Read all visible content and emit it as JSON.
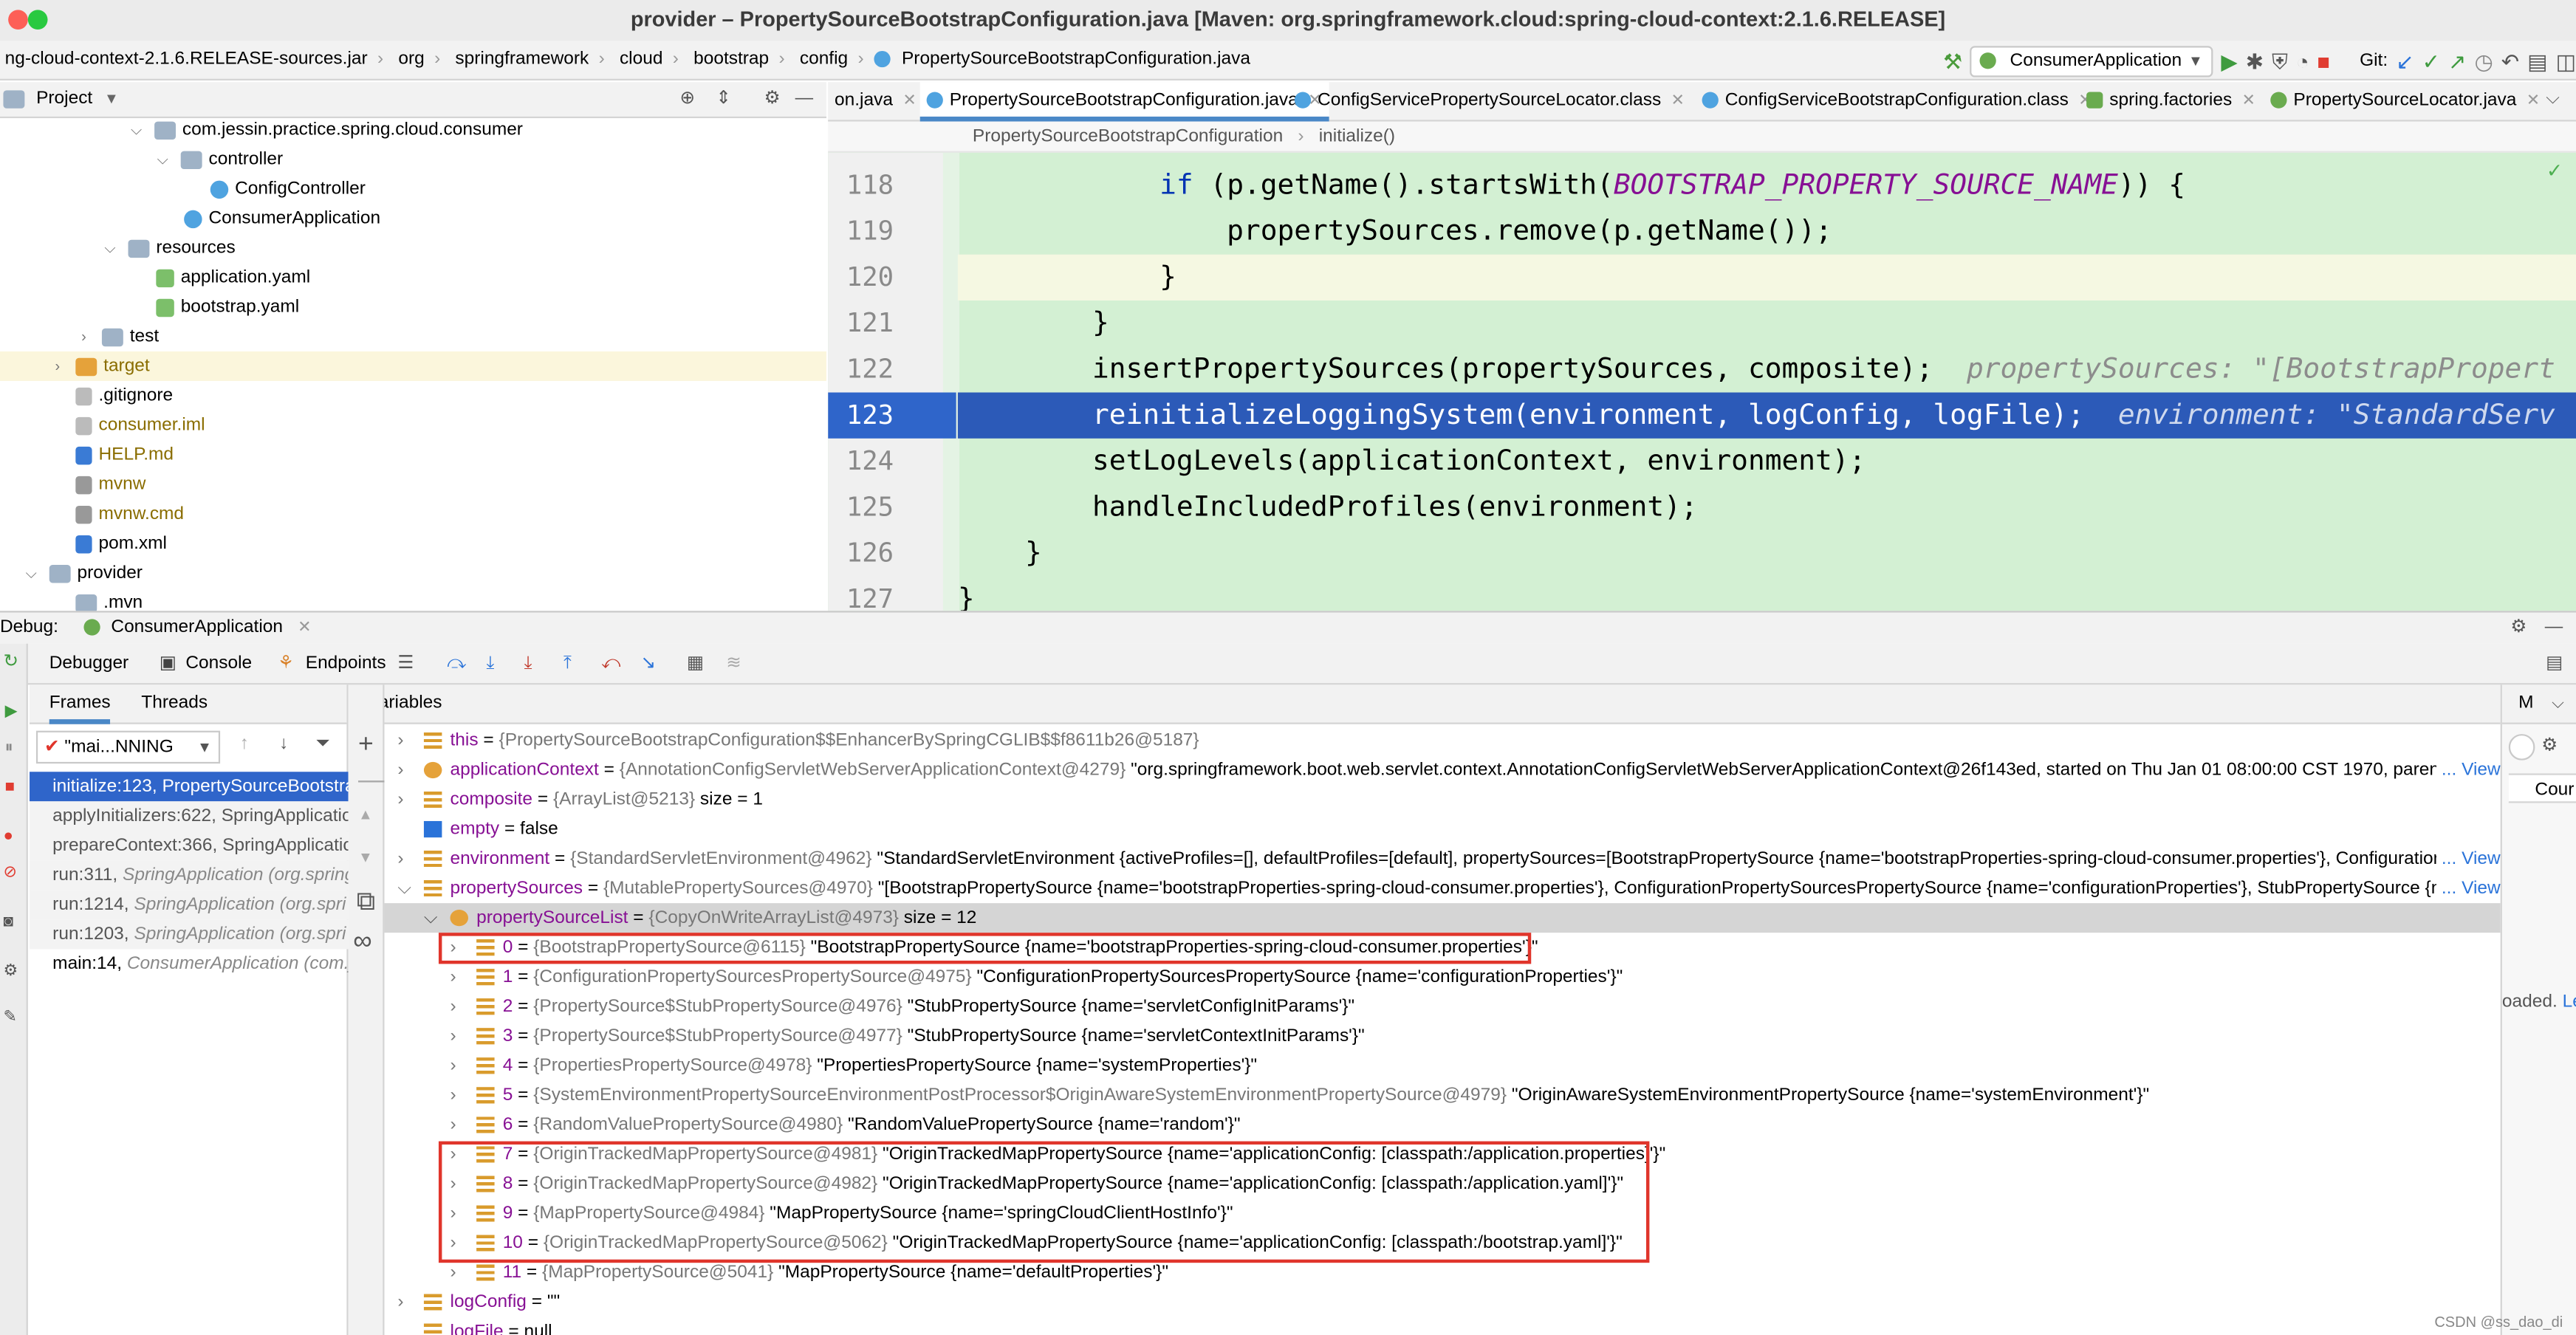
{
  "window": {
    "title": "provider – PropertySourceBootstrapConfiguration.java [Maven: org.springframework.cloud:spring-cloud-context:2.1.6.RELEASE]"
  },
  "nav": {
    "crumbs": [
      "ng-cloud-context-2.1.6.RELEASE-sources.jar",
      "org",
      "springframework",
      "cloud",
      "bootstrap",
      "config",
      "PropertySourceBootstrapConfiguration.java"
    ],
    "run_config": "ConsumerApplication",
    "git_label": "Git:"
  },
  "project": {
    "header": "Project",
    "tree": [
      {
        "label": "com.jessin.practice.spring.cloud.consumer",
        "kind": "package"
      },
      {
        "label": "controller",
        "kind": "package"
      },
      {
        "label": "ConfigController",
        "kind": "class"
      },
      {
        "label": "ConsumerApplication",
        "kind": "class"
      },
      {
        "label": "resources",
        "kind": "folder"
      },
      {
        "label": "application.yaml",
        "kind": "yaml"
      },
      {
        "label": "bootstrap.yaml",
        "kind": "yaml"
      },
      {
        "label": "test",
        "kind": "folder"
      },
      {
        "label": "target",
        "kind": "folder-excluded"
      },
      {
        "label": ".gitignore",
        "kind": "file"
      },
      {
        "label": "consumer.iml",
        "kind": "iml"
      },
      {
        "label": "HELP.md",
        "kind": "md"
      },
      {
        "label": "mvnw",
        "kind": "file"
      },
      {
        "label": "mvnw.cmd",
        "kind": "file"
      },
      {
        "label": "pom.xml",
        "kind": "xml"
      },
      {
        "label": "provider",
        "kind": "module"
      },
      {
        "label": ".mvn",
        "kind": "folder"
      }
    ]
  },
  "editor": {
    "tabs": [
      {
        "label": "on.java",
        "active": false
      },
      {
        "label": "PropertySourceBootstrapConfiguration.java",
        "active": true
      },
      {
        "label": "ConfigServicePropertySourceLocator.class",
        "active": false
      },
      {
        "label": "ConfigServiceBootstrapConfiguration.class",
        "active": false
      },
      {
        "label": "spring.factories",
        "active": false
      },
      {
        "label": "PropertySourceLocator.java",
        "active": false
      }
    ],
    "breadcrumb": {
      "cls": "PropertySourceBootstrapConfiguration",
      "method": "initialize()"
    },
    "lines": [
      {
        "num": "118",
        "pre": "            ",
        "kw": "if",
        "text": " (p.getName().startsWith(",
        "const": "BOOTSTRAP_PROPERTY_SOURCE_NAME",
        "post": ")) {",
        "hint": ""
      },
      {
        "num": "119",
        "pre": "",
        "kw": "",
        "text": "                propertySources.remove(p.getName());",
        "const": "",
        "post": "",
        "hint": ""
      },
      {
        "num": "120",
        "pre": "",
        "kw": "",
        "text": "            }",
        "const": "",
        "post": "",
        "hint": ""
      },
      {
        "num": "121",
        "pre": "",
        "kw": "",
        "text": "        }",
        "const": "",
        "post": "",
        "hint": ""
      },
      {
        "num": "122",
        "pre": "",
        "kw": "",
        "text": "        insertPropertySources(propertySources, composite);",
        "const": "",
        "post": "",
        "hint": "propertySources: \"[BootstrapPropert"
      },
      {
        "num": "123",
        "pre": "",
        "kw": "",
        "text": "        reinitializeLoggingSystem(environment, logConfig, logFile);",
        "const": "",
        "post": "",
        "hint": "environment: \"StandardServ"
      },
      {
        "num": "124",
        "pre": "",
        "kw": "",
        "text": "        setLogLevels(applicationContext, environment);",
        "const": "",
        "post": "",
        "hint": ""
      },
      {
        "num": "125",
        "pre": "",
        "kw": "",
        "text": "        handleIncludedProfiles(environment);",
        "const": "",
        "post": "",
        "hint": ""
      },
      {
        "num": "126",
        "pre": "",
        "kw": "",
        "text": "    }",
        "const": "",
        "post": "",
        "hint": ""
      },
      {
        "num": "127",
        "pre": "",
        "kw": "",
        "text": "}",
        "const": "",
        "post": "",
        "hint": ""
      }
    ]
  },
  "debug": {
    "label": "Debug:",
    "session": "ConsumerApplication",
    "tabs": [
      "Debugger",
      "Console",
      "Endpoints"
    ],
    "frames_tabs": [
      "Frames",
      "Threads"
    ],
    "thread": "\"mai...NNING",
    "frames": [
      {
        "method": "initialize:123,",
        "cls": "PropertySourceBootstra"
      },
      {
        "method": "applyInitializers:622,",
        "cls": "SpringApplicatio"
      },
      {
        "method": "prepareContext:366,",
        "cls": "SpringApplicatio"
      },
      {
        "method": "run:311,",
        "cls": "SpringApplication (org.spring"
      },
      {
        "method": "run:1214,",
        "cls": "SpringApplication (org.spri"
      },
      {
        "method": "run:1203,",
        "cls": "SpringApplication (org.spri"
      },
      {
        "method": "main:14,",
        "cls": "ConsumerApplication (com.j"
      }
    ],
    "variables_header": "Variables",
    "variables": [
      {
        "name": "this",
        "type": "{PropertySourceBootstrapConfiguration$$EnhancerBySpringCGLIB$$f8611b26@5187}",
        "val": "",
        "link": ""
      },
      {
        "name": "applicationContext",
        "type": "{AnnotationConfigServletWebServerApplicationContext@4279}",
        "val": "\"org.springframework.boot.web.servlet.context.AnnotationConfigServletWebServerApplicationContext@26f143ed, started on Thu Jan 01 08:00:00 CST 1970, parent: org.",
        "link": "... View"
      },
      {
        "name": "composite",
        "type": "{ArrayList@5213}",
        "val": " size = 1",
        "link": ""
      },
      {
        "name": "empty",
        "type": "",
        "val": "false",
        "link": ""
      },
      {
        "name": "environment",
        "type": "{StandardServletEnvironment@4962}",
        "val": "\"StandardServletEnvironment {activeProfiles=[], defaultProfiles=[default], propertySources=[BootstrapPropertySource {name='bootstrapProperties-spring-cloud-consumer.properties'}, ConfigurationPrope",
        "link": "... View"
      },
      {
        "name": "propertySources",
        "type": "{MutablePropertySources@4970}",
        "val": "\"[BootstrapPropertySource {name='bootstrapProperties-spring-cloud-consumer.properties'}, ConfigurationPropertySourcesPropertySource {name='configurationProperties'}, StubPropertySource {name=",
        "link": "... View"
      },
      {
        "name": "propertySourceList",
        "type": "{CopyOnWriteArrayList@4973}",
        "val": " size = 12",
        "link": ""
      },
      {
        "name": "0",
        "type": "{BootstrapPropertySource@6115}",
        "val": "\"BootstrapPropertySource {name='bootstrapProperties-spring-cloud-consumer.properties'}\"",
        "link": ""
      },
      {
        "name": "1",
        "type": "{ConfigurationPropertySourcesPropertySource@4975}",
        "val": "\"ConfigurationPropertySourcesPropertySource {name='configurationProperties'}\"",
        "link": ""
      },
      {
        "name": "2",
        "type": "{PropertySource$StubPropertySource@4976}",
        "val": "\"StubPropertySource {name='servletConfigInitParams'}\"",
        "link": ""
      },
      {
        "name": "3",
        "type": "{PropertySource$StubPropertySource@4977}",
        "val": "\"StubPropertySource {name='servletContextInitParams'}\"",
        "link": ""
      },
      {
        "name": "4",
        "type": "{PropertiesPropertySource@4978}",
        "val": "\"PropertiesPropertySource {name='systemProperties'}\"",
        "link": ""
      },
      {
        "name": "5",
        "type": "{SystemEnvironmentPropertySourceEnvironmentPostProcessor$OriginAwareSystemEnvironmentPropertySource@4979}",
        "val": "\"OriginAwareSystemEnvironmentPropertySource {name='systemEnvironment'}\"",
        "link": ""
      },
      {
        "name": "6",
        "type": "{RandomValuePropertySource@4980}",
        "val": "\"RandomValuePropertySource {name='random'}\"",
        "link": ""
      },
      {
        "name": "7",
        "type": "{OriginTrackedMapPropertySource@4981}",
        "val": "\"OriginTrackedMapPropertySource {name='applicationConfig: [classpath:/application.properties]'}\"",
        "link": ""
      },
      {
        "name": "8",
        "type": "{OriginTrackedMapPropertySource@4982}",
        "val": "\"OriginTrackedMapPropertySource {name='applicationConfig: [classpath:/application.yaml]'}\"",
        "link": ""
      },
      {
        "name": "9",
        "type": "{MapPropertySource@4984}",
        "val": "\"MapPropertySource {name='springCloudClientHostInfo'}\"",
        "link": ""
      },
      {
        "name": "10",
        "type": "{OriginTrackedMapPropertySource@5062}",
        "val": "\"OriginTrackedMapPropertySource {name='applicationConfig: [classpath:/bootstrap.yaml]'}\"",
        "link": ""
      },
      {
        "name": "11",
        "type": "{MapPropertySource@5041}",
        "val": "\"MapPropertySource {name='defaultProperties'}\"",
        "link": ""
      },
      {
        "name": "logConfig",
        "type": "",
        "val": "\"\"",
        "link": ""
      },
      {
        "name": "logFile",
        "type": "",
        "val": "null",
        "link": ""
      }
    ],
    "right_panel": {
      "tab": "M",
      "text1": "Cour",
      "text2": "oaded.",
      "link": "Le"
    }
  },
  "watermark": "CSDN @ss_dao_di",
  "colors": {
    "selection": "#2f65ca",
    "code_bg": "#d3f0d3",
    "highlight_box": "#e0352b"
  }
}
